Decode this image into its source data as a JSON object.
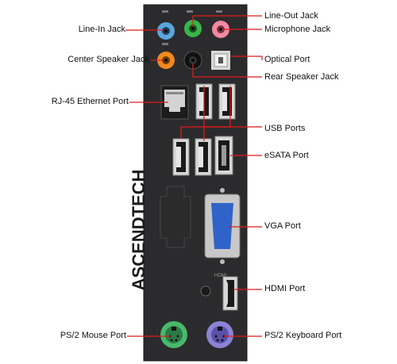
{
  "labels": {
    "line_in": "Line-In Jack",
    "center_speaker": "Center Speaker Jack",
    "rj45": "RJ-45 Ethernet Port",
    "ps2_mouse": "PS/2 Mouse Port",
    "line_out": "Line-Out Jack",
    "microphone": "Microphone Jack",
    "optical": "Optical Port",
    "rear_speaker": "Rear Speaker Jack",
    "usb": "USB Ports",
    "esata": "eSATA Port",
    "vga": "VGA Port",
    "hdmi": "HDMI Port",
    "ps2_keyboard": "PS/2 Keyboard Port"
  },
  "brand": "ASCENDTECH",
  "panel_text": {
    "hdmi": "HDMI"
  },
  "colors": {
    "panel": "#2b2b2d",
    "leader": "#e21b1b",
    "line_in": "#5aa6dc",
    "line_out": "#39b54a",
    "microphone": "#f28aa0",
    "center_speaker": "#f08a1e",
    "rear_speaker": "#1a1a1a",
    "vga": "#2f63c9",
    "ps2_mouse": "#49b86a",
    "ps2_keyboard": "#8c83d6"
  }
}
